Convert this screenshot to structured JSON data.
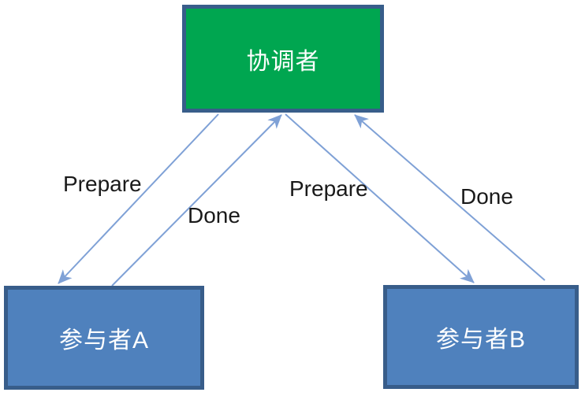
{
  "diagram": {
    "type": "two-phase-commit-protocol",
    "nodes": {
      "coordinator": {
        "label": "协调者",
        "role": "coordinator"
      },
      "participant_a": {
        "label": "参与者A",
        "role": "participant"
      },
      "participant_b": {
        "label": "参与者B",
        "role": "participant"
      }
    },
    "edges": {
      "prepare_a": {
        "label": "Prepare",
        "from": "coordinator",
        "to": "participant_a"
      },
      "done_a": {
        "label": "Done",
        "from": "participant_a",
        "to": "coordinator"
      },
      "prepare_b": {
        "label": "Prepare",
        "from": "coordinator",
        "to": "participant_b"
      },
      "done_b": {
        "label": "Done",
        "from": "participant_b",
        "to": "coordinator"
      }
    },
    "colors": {
      "coordinator_fill": "#00A650",
      "participant_fill": "#4F81BD",
      "node_border": "#385D8A",
      "arrow": "#7FA1D6",
      "label_text": "#1A1A1A",
      "node_text": "#FFFFFF",
      "background": "#FFFFFF"
    }
  }
}
